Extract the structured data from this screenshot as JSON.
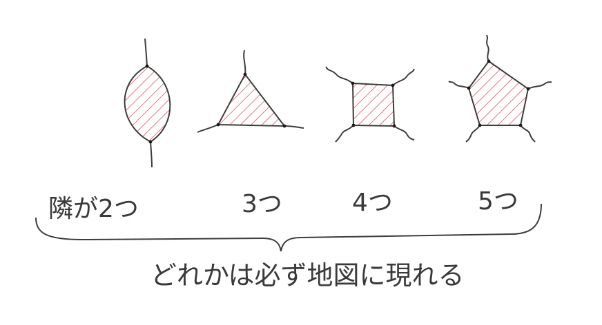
{
  "diagram": {
    "ink_color": "#3c3c3c",
    "hatch_color": "#e0506a",
    "labels": {
      "two": "隣が2つ",
      "three": "3つ",
      "four": "4つ",
      "five": "5つ"
    },
    "caption": "どれかは必ず地図に現れる"
  }
}
